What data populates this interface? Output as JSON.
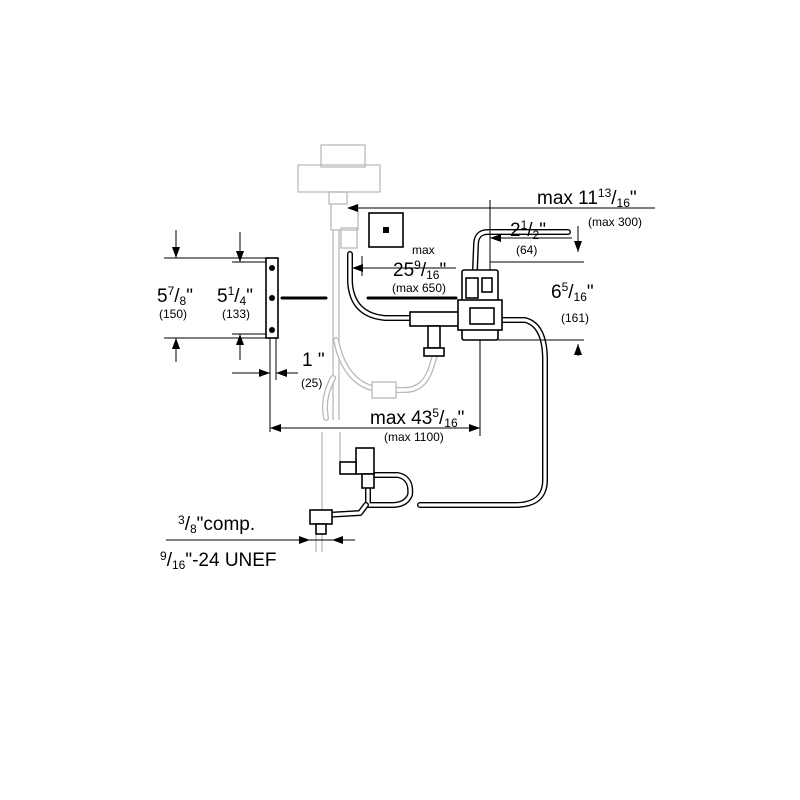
{
  "dimensions": {
    "max_width": {
      "prefix": "max 11",
      "sup": "13",
      "sub": "16",
      "unit": "\"",
      "metric": "(max 300)"
    },
    "offset": {
      "whole": "2",
      "sup": "1",
      "sub": "2",
      "unit": "\"",
      "metric": "(64)"
    },
    "max_length": {
      "max_label": "max",
      "whole": "25",
      "sup": "9",
      "sub": "16",
      "unit": "\"",
      "metric": "(max 650)"
    },
    "box_height": {
      "whole": "6",
      "sup": "5",
      "sub": "16",
      "unit": "\"",
      "metric": "(161)"
    },
    "bracket_outer": {
      "whole": "5",
      "sup": "7",
      "sub": "8",
      "unit": "\"",
      "metric": "(150)"
    },
    "bracket_inner": {
      "whole": "5",
      "sup": "1",
      "sub": "4",
      "unit": "\"",
      "metric": "(133)"
    },
    "bracket_depth": {
      "whole": "1",
      "unit": " \"",
      "metric": "(25)"
    },
    "cable_length": {
      "prefix": "max 43",
      "sup": "5",
      "sub": "16",
      "unit": "\"",
      "metric": "(max 1100)"
    },
    "compression": {
      "sup": "3",
      "sub": "8",
      "text": "\"comp."
    },
    "thread": {
      "sup": "9",
      "sub": "16",
      "text": "\"-24 UNEF"
    }
  }
}
